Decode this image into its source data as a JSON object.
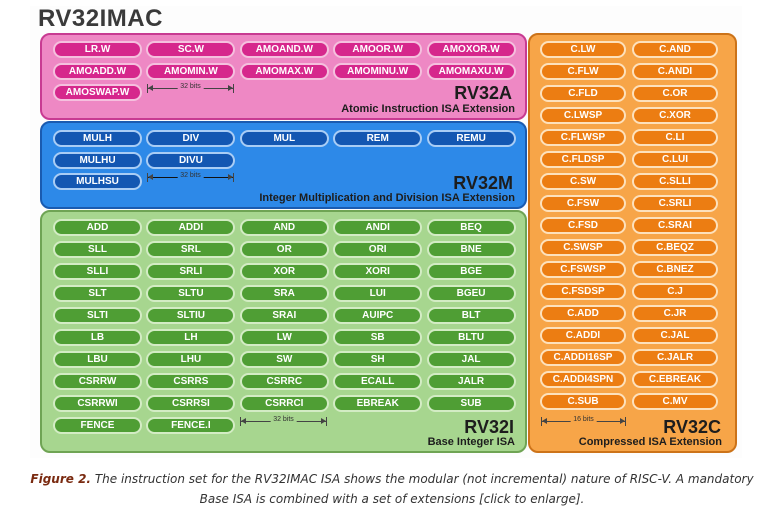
{
  "title": "RV32IMAC",
  "bits_label_wide": "32 bits",
  "bits_label_narrow": "16 bits",
  "atomic": {
    "name": "RV32A",
    "description": "Atomic Instruction ISA Extension",
    "rows": [
      [
        "LR.W",
        "SC.W",
        "AMOAND.W",
        "AMOOR.W",
        "AMOXOR.W"
      ],
      [
        "AMOADD.W",
        "AMOMIN.W",
        "AMOMAX.W",
        "AMOMINU.W",
        "AMOMAXU.W"
      ],
      [
        "AMOSWAP.W"
      ]
    ]
  },
  "multiply": {
    "name": "RV32M",
    "description": "Integer Multiplication and Division ISA Extension",
    "rows": [
      [
        "MULH",
        "DIV",
        "MUL",
        "REM",
        "REMU"
      ],
      [
        "MULHU",
        "DIVU"
      ],
      [
        "MULHSU"
      ]
    ]
  },
  "base": {
    "name": "RV32I",
    "description": "Base Integer ISA",
    "rows": [
      [
        "ADD",
        "ADDI",
        "AND",
        "ANDI",
        "BEQ"
      ],
      [
        "SLL",
        "SRL",
        "OR",
        "ORI",
        "BNE"
      ],
      [
        "SLLI",
        "SRLI",
        "XOR",
        "XORI",
        "BGE"
      ],
      [
        "SLT",
        "SLTU",
        "SRA",
        "LUI",
        "BGEU"
      ],
      [
        "SLTI",
        "SLTIU",
        "SRAI",
        "AUIPC",
        "BLT"
      ],
      [
        "LB",
        "LH",
        "LW",
        "SB",
        "BLTU"
      ],
      [
        "LBU",
        "LHU",
        "SW",
        "SH",
        "JAL"
      ],
      [
        "CSRRW",
        "CSRRS",
        "CSRRC",
        "ECALL",
        "JALR"
      ],
      [
        "CSRRWI",
        "CSRRSI",
        "CSRRCI",
        "EBREAK",
        "SUB"
      ],
      [
        "FENCE",
        "FENCE.I"
      ]
    ]
  },
  "compressed": {
    "name": "RV32C",
    "description": "Compressed ISA Extension",
    "rows": [
      [
        "C.LW",
        "C.AND"
      ],
      [
        "C.FLW",
        "C.ANDI"
      ],
      [
        "C.FLD",
        "C.OR"
      ],
      [
        "C.LWSP",
        "C.XOR"
      ],
      [
        "C.FLWSP",
        "C.LI"
      ],
      [
        "C.FLDSP",
        "C.LUI"
      ],
      [
        "C.SW",
        "C.SLLI"
      ],
      [
        "C.FSW",
        "C.SRLI"
      ],
      [
        "C.FSD",
        "C.SRAI"
      ],
      [
        "C.SWSP",
        "C.BEQZ"
      ],
      [
        "C.FSWSP",
        "C.BNEZ"
      ],
      [
        "C.FSDSP",
        "C.J"
      ],
      [
        "C.ADD",
        "C.JR"
      ],
      [
        "C.ADDI",
        "C.JAL"
      ],
      [
        "C.ADDI16SP",
        "C.JALR"
      ],
      [
        "C.ADDI4SPN",
        "C.EBREAK"
      ],
      [
        "C.SUB",
        "C.MV"
      ]
    ]
  },
  "caption": {
    "label": "Figure 2.",
    "text": "The instruction set for the RV32IMAC ISA shows the modular (not incremental) nature of RISC-V. A mandatory Base ISA is combined with a set of extensions [click to enlarge]."
  },
  "colors": {
    "atomic_bg": "#ee88c4",
    "multiply_bg": "#2d89e8",
    "base_bg": "#a7d68f",
    "compressed_bg": "#f7a548"
  }
}
